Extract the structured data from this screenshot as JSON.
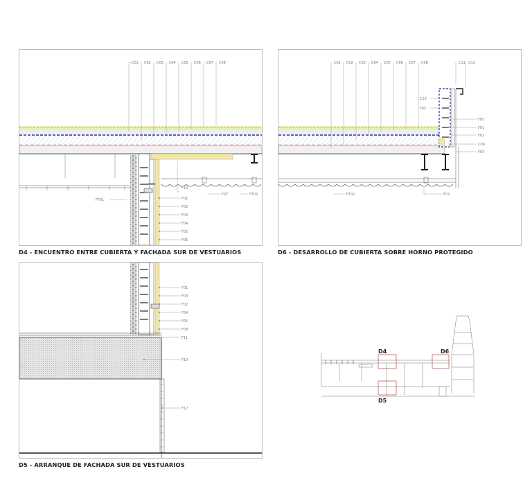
{
  "details": [
    {
      "id": "d4",
      "caption": "D4 - ENCUENTRO ENTRE CUBIERTA Y FACHADA SUR DE VESTUARIOS"
    },
    {
      "id": "d6",
      "caption": "D6 - DESARROLLO DE CUBIERTA SOBRE HORNO PROTEGIDO"
    },
    {
      "id": "d5",
      "caption": "D5 - ARRANQUE DE FACHADA SUR DE VESTUARIOS"
    }
  ],
  "d4": {
    "top_labels": [
      "C01",
      "C02",
      "C03",
      "C04",
      "C05",
      "C06",
      "C07",
      "C08"
    ],
    "side_labels": [
      "F01",
      "F02",
      "F03",
      "F04",
      "F05",
      "F06"
    ],
    "bottom_labels": [
      "F07",
      "FT02"
    ],
    "left_label": "FT01",
    "mid_label": "F13"
  },
  "d6": {
    "top_labels": [
      "C01",
      "C02",
      "C03",
      "C04",
      "C05",
      "C06",
      "C07",
      "C08"
    ],
    "corner_labels": [
      "C11",
      "C12"
    ],
    "left_labels": [
      "C13",
      "F05"
    ],
    "right_labels": [
      "F05",
      "F01",
      "F02",
      "C09",
      "F03"
    ],
    "bottom_labels": [
      "FT02",
      "F07"
    ]
  },
  "d5": {
    "side_labels": [
      "F01",
      "F03",
      "F02",
      "F04",
      "F05",
      "F08",
      "F11",
      "F10",
      "F12"
    ]
  },
  "key_plan": {
    "labels": [
      "D4",
      "D6",
      "D5"
    ]
  },
  "colors": {
    "green": "#e6f2b0",
    "yellow": "#f4e7a0",
    "blue": "#1a2fa8",
    "red": "#d94b4b",
    "hatch": "#bbbbbb"
  }
}
